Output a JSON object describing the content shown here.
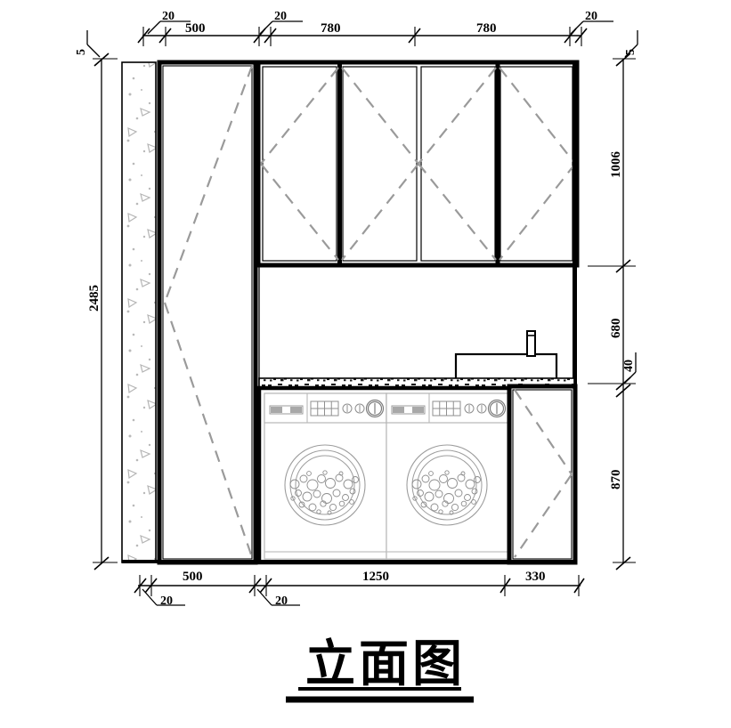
{
  "drawing": {
    "title": "立面图",
    "type": "elevation",
    "units": "mm",
    "line_color": "#000000",
    "hidden_line_color": "#9a9a9a",
    "hatch_color": "#b5b5b5",
    "background": "#ffffff"
  },
  "dimensions": {
    "top_chain": [
      {
        "label": "20",
        "kind": "small"
      },
      {
        "label": "500",
        "kind": "normal"
      },
      {
        "label": "20",
        "kind": "small"
      },
      {
        "label": "780",
        "kind": "normal"
      },
      {
        "label": "780",
        "kind": "normal"
      },
      {
        "label": "20",
        "kind": "small"
      }
    ],
    "bottom_chain": [
      {
        "label": "20",
        "kind": "small"
      },
      {
        "label": "500",
        "kind": "normal"
      },
      {
        "label": "20",
        "kind": "small"
      },
      {
        "label": "1250",
        "kind": "normal"
      },
      {
        "label": "330",
        "kind": "normal"
      }
    ],
    "left_chain": [
      {
        "label": "5",
        "kind": "small"
      },
      {
        "label": "2485",
        "kind": "normal"
      }
    ],
    "right_chain": [
      {
        "label": "5",
        "kind": "small"
      },
      {
        "label": "1006",
        "kind": "normal"
      },
      {
        "label": "680",
        "kind": "normal"
      },
      {
        "label": "40",
        "kind": "small"
      },
      {
        "label": "870",
        "kind": "normal"
      }
    ]
  },
  "components": {
    "wall": "concrete-wall-hatched",
    "tall_cabinet": "tall-storage-cabinet-500",
    "upper_cabinets": [
      "upper-door-1",
      "upper-door-2",
      "upper-door-3",
      "upper-door-4"
    ],
    "countertop": "stone-countertop-speckled",
    "sink": "sink-basin",
    "faucet": "faucet",
    "appliances": [
      "washing-machine-left",
      "washing-machine-right"
    ],
    "base_cabinet": "base-cabinet-330"
  },
  "appliance_panel": {
    "display": "display-bar",
    "grid": "program-grid",
    "knobs": [
      "knob-small-1",
      "knob-small-2"
    ],
    "power": "power-dial"
  }
}
